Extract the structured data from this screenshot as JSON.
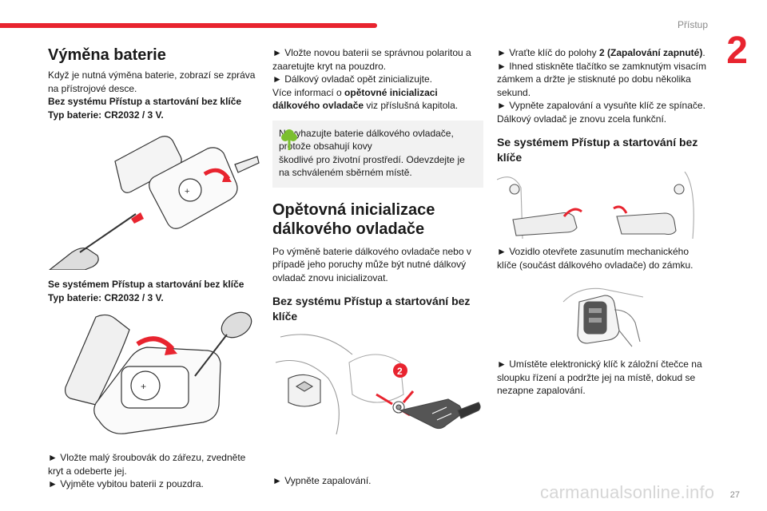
{
  "header": {
    "section": "Přístup",
    "chapter": "2",
    "page": "27"
  },
  "watermark": "carmanualsonline.info",
  "col1": {
    "title": "Výměna baterie",
    "intro": "Když je nutná výměna baterie, zobrazí se zpráva na přístrojové desce.",
    "variant_a": "Bez systému Přístup a startování bez klíče",
    "battery_a": "Typ baterie: CR2032 / 3 V.",
    "variant_b": "Se systémem Přístup a startování bez klíče",
    "battery_b": "Typ baterie: CR2032 / 3 V.",
    "step1": "► Vložte malý šroubovák do zářezu, zvedněte kryt a odeberte jej.",
    "step2": "► Vyjměte vybitou baterii z pouzdra."
  },
  "col2": {
    "step3": "► Vložte novou baterii se správnou polaritou a zaaretujte kryt na pouzdro.",
    "step4": "► Dálkový ovladač opět zinicializujte.",
    "more_prefix": "Více informací o ",
    "more_bold": "opětovné inicializaci dálkového ovladače",
    "more_suffix": " viz příslušná kapitola.",
    "note_line1": "Nevyhazujte baterie dálkového ovladače, protože obsahují kovy",
    "note_line2": "škodlivé pro životní prostředí. Odevzdejte je na schváleném sběrném místě.",
    "title": "Opětovná inicializace dálkového ovladače",
    "para": "Po výměně baterie dálkového ovladače nebo v případě jeho poruchy může být nutné dálkový ovladač znovu inicializovat.",
    "subtitle": "Bez systému Přístup a startování bez klíče",
    "callout": "2",
    "step_off": "► Vypněte zapalování."
  },
  "col3": {
    "step_key_prefix": "► Vraťte klíč do polohy ",
    "step_key_bold": "2 (Zapalování zapnuté)",
    "step_key_suffix": ".",
    "step_lock": "► Ihned stiskněte tlačítko se zamknutým visacím zámkem a držte je stisknuté po dobu několika sekund.",
    "step_off": "► Vypněte zapalování a vysuňte klíč ze spínače.",
    "result": "Dálkový ovladač je znovu zcela funkční.",
    "subtitle": "Se systémem Přístup a startování bez klíče",
    "step_open": "► Vozidlo otevřete zasunutím mechanického klíče (součást dálkového ovladače) do zámku.",
    "step_place": "► Umístěte elektronický klíč k záložní čtečce na sloupku řízení a podržte jej na místě, dokud se nezapne zapalování."
  },
  "colors": {
    "accent": "#e8242f",
    "note_bg": "#f2f2f2",
    "leaf": "#7bbf2e"
  }
}
